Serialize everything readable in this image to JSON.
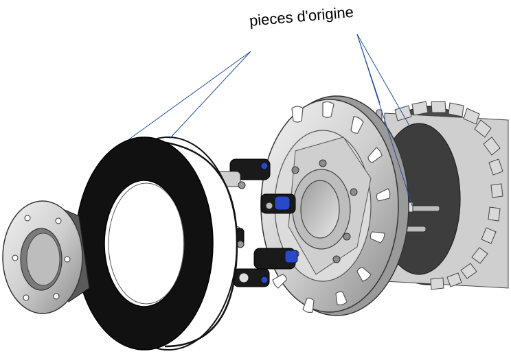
{
  "annotation": {
    "label": "pieces d'origine"
  },
  "colors": {
    "leader_lines": "#1f4e9a",
    "friction_disc": "#111111",
    "metal_light": "#d6d6d6",
    "metal_mid": "#a9a9a9",
    "metal_dark": "#5a5a5a",
    "bolt_blue": "#2a49c9"
  },
  "parts": [
    "flange-hub",
    "friction-disc",
    "spring-clip-assemblies",
    "clutch-housing",
    "toothed-pulley"
  ]
}
